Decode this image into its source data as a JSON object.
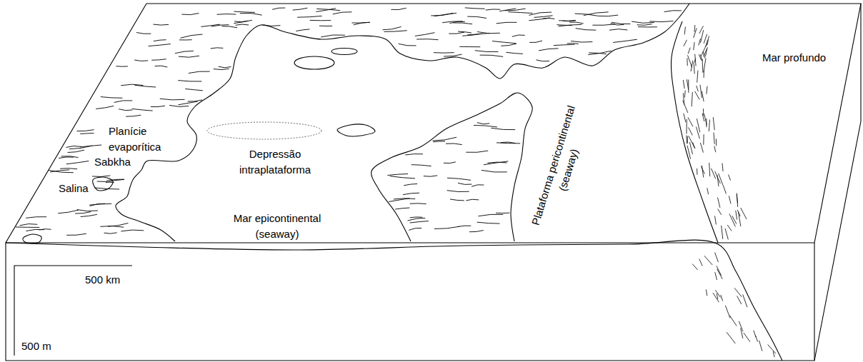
{
  "diagram": {
    "labels": [
      "Planície evaporítica",
      "Sabkha",
      "Salina",
      "Depressão intraplataforma",
      "Mar epicontinental (seaway)",
      "Plataforma pericontinental (seaway)",
      "Mar profundo",
      "500 km",
      "500 m"
    ]
  }
}
